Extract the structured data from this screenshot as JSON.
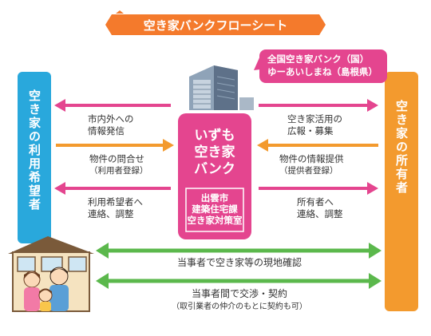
{
  "title": "空き家バンクフローシート",
  "colors": {
    "title_bg": "#f47a2c",
    "left_bar": "#29a8dc",
    "right_bar": "#f39a2e",
    "center": "#e4458f",
    "national": "#e4458f",
    "arrow_pink": "#e4458f",
    "arrow_orange": "#f39a2e",
    "arrow_green": "#5bb84c"
  },
  "left_party": "空き家の利用希望者",
  "right_party": "空き家の所有者",
  "center": {
    "title_lines": [
      "いずも",
      "空き家",
      "バンク"
    ],
    "office_lines": [
      "出雲市",
      "建築住宅課",
      "空き家対策室"
    ]
  },
  "national_bank": {
    "lines": [
      "全国空き家バンク（国）",
      "ゆーあいしまね（島根県）"
    ]
  },
  "left_flows": [
    {
      "lines": [
        "市内外への",
        "情報発信"
      ],
      "direction": "to-left"
    },
    {
      "lines": [
        "物件の問合せ",
        "（利用者登録）"
      ],
      "direction": "to-center"
    },
    {
      "lines": [
        "利用希望者へ",
        "連絡、調整"
      ],
      "direction": "to-left"
    }
  ],
  "right_flows": [
    {
      "lines": [
        "空き家活用の",
        "広報・募集"
      ],
      "direction": "to-right"
    },
    {
      "lines": [
        "物件の情報提供",
        "（提供者登録）"
      ],
      "direction": "to-center"
    },
    {
      "lines": [
        "所有者へ",
        "連絡、調整"
      ],
      "direction": "to-right"
    }
  ],
  "bottom_flows": [
    {
      "label": "当事者で空き家等の現地確認"
    },
    {
      "label": "当事者間で交渉・契約",
      "note": "（取引業者の仲介のもとに契約も可）"
    }
  ],
  "icons": [
    "building-icon",
    "house-family-icon"
  ]
}
